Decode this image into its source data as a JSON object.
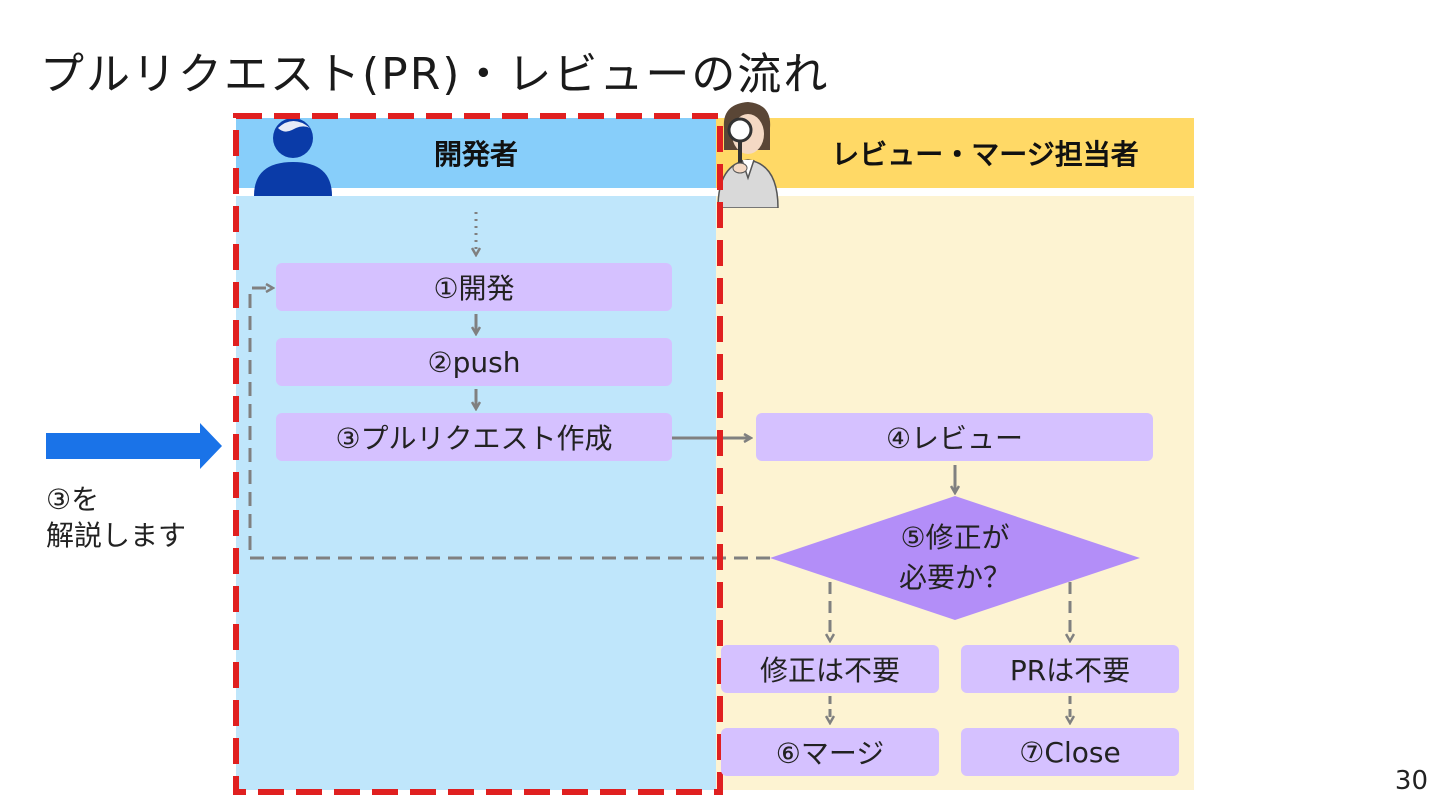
{
  "title": "プルリクエスト(PR)・レビューの流れ",
  "lanes": {
    "developer": {
      "label": "開発者",
      "icon": "developer-person-icon"
    },
    "reviewer": {
      "label": "レビュー・マージ担当者",
      "icon": "reviewer-magnifier-person-icon"
    }
  },
  "steps": {
    "s1": "①開発",
    "s2": "②push",
    "s3": "③プルリクエスト作成",
    "s4": "④レビュー",
    "s5_line1": "⑤修正が",
    "s5_line2": "必要か？",
    "no_fix": "修正は不要",
    "no_pr": "PRは不要",
    "s6": "⑥マージ",
    "s7": "⑦Close"
  },
  "note": {
    "line1": "③を",
    "line2": "解説します"
  },
  "page_number": "30",
  "colors": {
    "developer_header": "#87cefa",
    "developer_body": "#bfe6fb",
    "reviewer_header": "#ffd966",
    "reviewer_body": "#fdf3d2",
    "step_box": "#d5c1ff",
    "decision": "#b38ef8",
    "arrow": "#808080",
    "highlight_border": "#e02020",
    "pointer_arrow": "#1a73e8"
  }
}
